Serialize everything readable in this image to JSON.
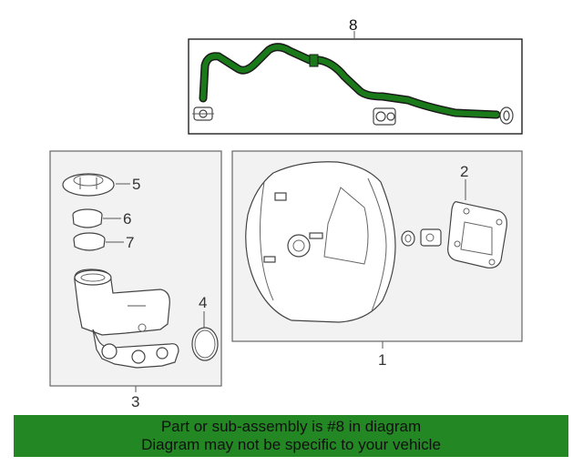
{
  "callouts": {
    "c1": "1",
    "c2": "2",
    "c3": "3",
    "c4": "4",
    "c5": "5",
    "c6": "6",
    "c7": "7",
    "c8": "8"
  },
  "banner": {
    "line1": "Part or sub-assembly is #8 in diagram",
    "line2": "Diagram may not be specific to your vehicle"
  },
  "colors": {
    "highlight_part": "#1a7a1a",
    "banner_background": "#238723"
  }
}
